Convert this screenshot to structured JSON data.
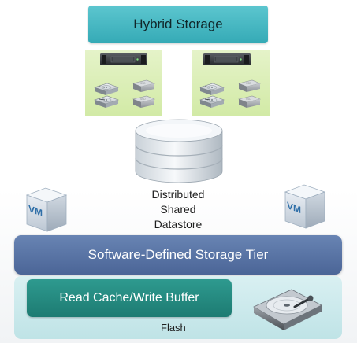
{
  "diagram": {
    "title": "Hybrid Storage",
    "datastore_label_lines": [
      "Distributed",
      "Shared",
      "Datastore"
    ],
    "vm_badge": "VM",
    "storage_tier": "Software-Defined Storage Tier",
    "cache_label": "Read Cache/Write Buffer",
    "flash_label": "Flash"
  },
  "icons": [
    "server-rack-icon",
    "hard-drive-icon",
    "ssd-icon",
    "datastore-cylinder-icon",
    "vm-cube-icon",
    "open-hard-disk-icon"
  ],
  "colors": {
    "title_fill": "#42b4bf",
    "server_panel_fill": "#dcefb8",
    "storage_tier_fill": "#5874a6",
    "cache_fill": "#268b81",
    "flash_panel_fill": "#cdeaec"
  }
}
